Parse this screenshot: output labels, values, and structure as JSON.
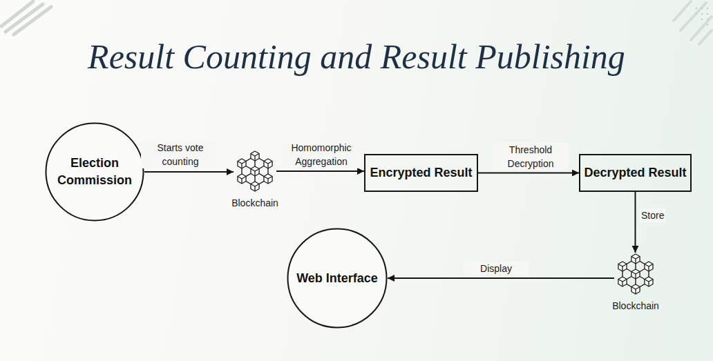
{
  "diagram": {
    "title": "Result Counting and Result Publishing",
    "nodes": [
      {
        "text": [
          "Election Commission"
        ]
      },
      {
        "text": [
          "Blockchain"
        ]
      },
      {
        "text": [
          "Encrypted Result"
        ]
      },
      {
        "text": [
          "Decrypted Result"
        ]
      },
      {
        "text": [
          "Blockchain"
        ]
      },
      {
        "text": [
          "Web Interface"
        ]
      }
    ],
    "edges": [
      {
        "from": 0,
        "to": 1,
        "label": "Starts vote counting",
        "arrow": "to"
      },
      {
        "from": 1,
        "to": 2,
        "label": "Homomorphic Aggregation",
        "arrow": "to"
      },
      {
        "from": 2,
        "to": 3,
        "label": "Threshold Decryption",
        "arrow": "to"
      },
      {
        "from": 3,
        "to": 4,
        "label": "Store",
        "arrow": "to"
      },
      {
        "from": 4,
        "to": 5,
        "label": "Display",
        "arrow": "to"
      }
    ]
  }
}
